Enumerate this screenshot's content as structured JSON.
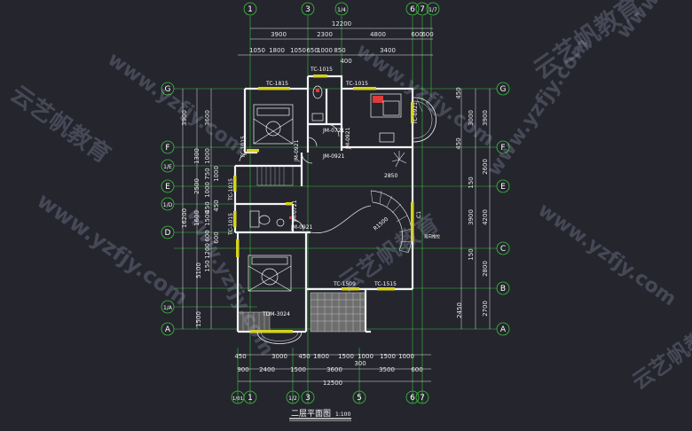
{
  "colors": {
    "background": "#24252d",
    "wall": "#f2f2f2",
    "grid": "#3cc23c",
    "window": "#d6d21f",
    "dimension": "#e8e8e8",
    "stair_fill": "#8a8a8a",
    "red_accent": "#e03a3a"
  },
  "drawing_title": "二层平面图",
  "scale": "1:100",
  "top_axes": [
    "1",
    "3",
    "1/4",
    "6",
    "7",
    "1/7"
  ],
  "bottom_axes": [
    "1/01",
    "1",
    "1/2",
    "3",
    "5",
    "6",
    "7"
  ],
  "side_axes": [
    "G",
    "F",
    "1/E",
    "E",
    "1/D",
    "D",
    "C",
    "B",
    "1/A",
    "A"
  ],
  "top_dims": {
    "overall": "12200",
    "row1": [
      "3900",
      "2300",
      "4800",
      "600",
      "600"
    ],
    "row2": [
      "1050",
      "1800",
      "1050",
      "650",
      "1000",
      "850",
      "3400"
    ],
    "row3": [
      "400"
    ]
  },
  "bottom_dims": {
    "overall": "12500",
    "row1": [
      "450",
      "3000",
      "450",
      "1800",
      "1500",
      "1000",
      "1500",
      "1000"
    ],
    "row2": [
      "900",
      "2400",
      "1500",
      "3600",
      "300",
      "3500",
      "600"
    ]
  },
  "left_dims": {
    "outer": [
      "3900",
      "16200",
      "5100",
      "1500"
    ],
    "inner": [
      "3600",
      "1300",
      "1000",
      "2500",
      "1600",
      "1500",
      "1200",
      "150"
    ],
    "fine": [
      "750",
      "1000",
      "1000",
      "450",
      "450",
      "600",
      "600"
    ]
  },
  "right_dims": {
    "outer": [
      "3900",
      "2600",
      "4200",
      "2800",
      "2700"
    ],
    "inner": [
      "3000",
      "150",
      "3900",
      "150",
      "2450"
    ],
    "fine": [
      "450",
      "450"
    ]
  },
  "labels": {
    "tc_1815": "TC-1815",
    "tc_1015_a": "TC-1015",
    "tc_1015_b": "TC-1015",
    "tc_1015_left1": "TC-1015",
    "tc_1015_left2": "TC-1015",
    "tc_1015_left3": "TC-1015",
    "tc_1509": "TC-1509",
    "tc_1515": "TC-1515",
    "tc_0921": "TC-0921",
    "jm_0721": "JM-0721",
    "jm_0921": "JM-0921",
    "jm_0921b": "JM-0921",
    "jm_0721b": "JM-0721",
    "jm_0921c": "JM-0921",
    "jm_0921d": "JM-0921",
    "tdm_3024": "TDM-3024",
    "r1500": "R1500",
    "dim_2850": "2850",
    "c1": "C1",
    "note": "双向推拉"
  },
  "watermark_text": "www.yzfjy.com",
  "watermark_cn": "云艺帆教育"
}
